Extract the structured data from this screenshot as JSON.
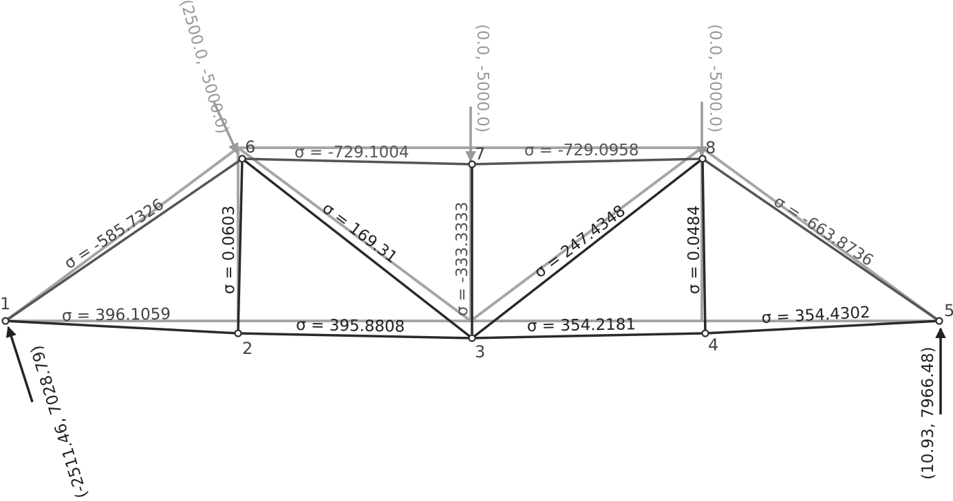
{
  "nodes": [
    {
      "id": "1",
      "label": "1"
    },
    {
      "id": "2",
      "label": "2"
    },
    {
      "id": "3",
      "label": "3"
    },
    {
      "id": "4",
      "label": "4"
    },
    {
      "id": "5",
      "label": "5"
    },
    {
      "id": "6",
      "label": "6"
    },
    {
      "id": "7",
      "label": "7"
    },
    {
      "id": "8",
      "label": "8"
    }
  ],
  "members": [
    {
      "id": "1-6",
      "stress": "σ = -585.7326"
    },
    {
      "id": "1-2",
      "stress": "σ = 396.1059"
    },
    {
      "id": "2-6",
      "stress": "σ = 0.0603"
    },
    {
      "id": "6-3",
      "stress": "σ = 169.31"
    },
    {
      "id": "6-7",
      "stress": "σ = -729.1004"
    },
    {
      "id": "7-3",
      "stress": "σ = -333.3333"
    },
    {
      "id": "2-3",
      "stress": "σ = 395.8808"
    },
    {
      "id": "7-8",
      "stress": "σ = -729.0958"
    },
    {
      "id": "3-8",
      "stress": "σ = 247.4348"
    },
    {
      "id": "3-4",
      "stress": "σ = 354.2181"
    },
    {
      "id": "4-8",
      "stress": "σ = 0.0484"
    },
    {
      "id": "8-5",
      "stress": "σ = -663.8736"
    },
    {
      "id": "4-5",
      "stress": "σ = 354.4302"
    }
  ],
  "loads": [
    {
      "node": "6",
      "text": "(2500.0, -5000.0)"
    },
    {
      "node": "7",
      "text": "(0.0, -5000.0)"
    },
    {
      "node": "8",
      "text": "(0.0, -5000.0)"
    }
  ],
  "reactions": [
    {
      "node": "1",
      "text": "(-2511.46, 7028.79)"
    },
    {
      "node": "5",
      "text": "(10.93, 7966.48)"
    }
  ],
  "colors": {
    "undeformed": "#a6a6a6",
    "deformed": "#2a2a2a",
    "load": "#9a9a9a",
    "reaction": "#222222"
  }
}
